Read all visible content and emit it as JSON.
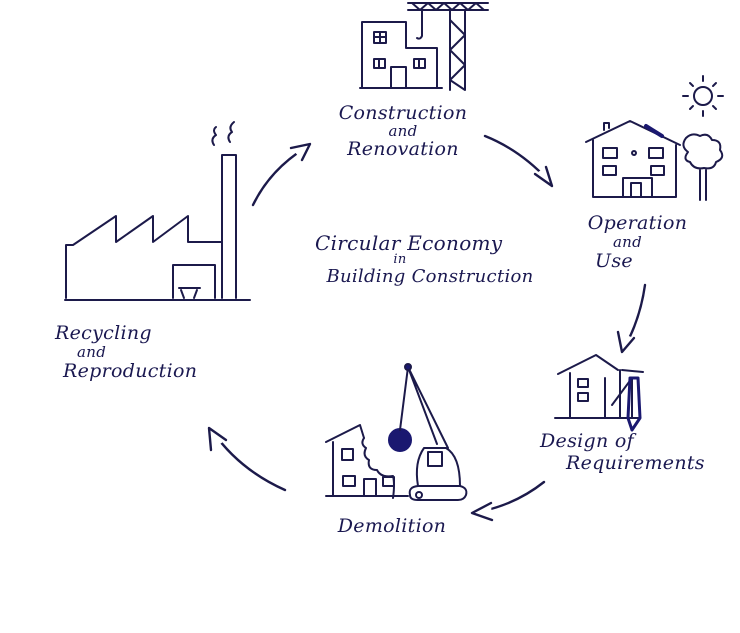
{
  "diagram": {
    "title": {
      "line1": "Circular Economy",
      "line2": "in",
      "line3": "Building Construction"
    },
    "stages": [
      {
        "id": "construction",
        "lines": [
          "Construction",
          "and",
          "Renovation"
        ],
        "icon": "building-with-crane-icon"
      },
      {
        "id": "operation",
        "lines": [
          "Operation",
          "and",
          "Use"
        ],
        "icon": "house-with-sun-and-tree-icon"
      },
      {
        "id": "design",
        "lines": [
          "Design of",
          "Requirements"
        ],
        "icon": "house-with-drafting-tools-icon"
      },
      {
        "id": "demolition",
        "lines": [
          "Demolition"
        ],
        "icon": "wrecking-ball-crane-icon"
      },
      {
        "id": "recycling",
        "lines": [
          "Recycling",
          "and",
          "Reproduction"
        ],
        "icon": "factory-icon"
      }
    ],
    "flow": [
      "construction",
      "operation",
      "design",
      "demolition",
      "recycling",
      "construction"
    ],
    "ink_color": "#1c1a4a",
    "accent_color": "#1a1870"
  }
}
